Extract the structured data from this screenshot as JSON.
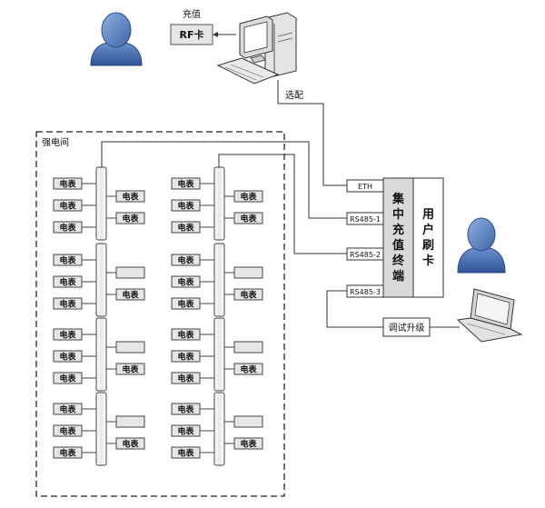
{
  "top": {
    "recharge_label": "充值",
    "rf_card": "RF卡",
    "optional_label": "选配"
  },
  "room": {
    "label": "强电间",
    "meter_label": "电表"
  },
  "terminal": {
    "ports": [
      "ETH",
      "RS485-1",
      "RS485-2",
      "RS485-3"
    ],
    "title_chars": [
      "集",
      "中",
      "充",
      "值",
      "终",
      "端"
    ],
    "user_card_chars": [
      "用",
      "户",
      "刷",
      "卡"
    ]
  },
  "laptop": {
    "debug_label": "调试升级"
  },
  "colors": {
    "person_head": "#4d74b0",
    "person_body": "#3f63a3",
    "terminal_fill": "#d9d9d9",
    "box_fill": "#e6e6e6",
    "bus_fill": "#f2f2f2"
  }
}
